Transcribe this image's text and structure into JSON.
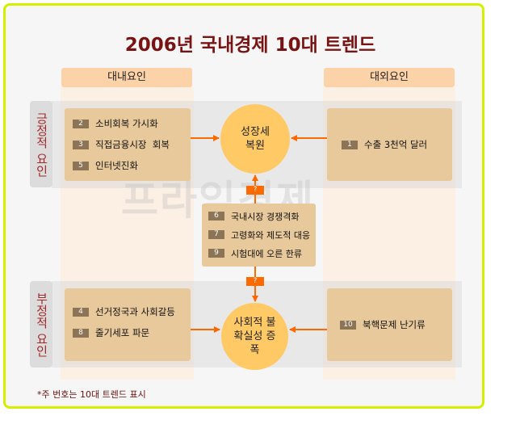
{
  "title": "2006년 국내경제 10대 트렌드",
  "headers": {
    "internal": "대내요인",
    "external": "대외요인"
  },
  "side": {
    "positive": "긍정적 요인",
    "negative": "부정적 요인"
  },
  "positive": {
    "internal": [
      {
        "num": "2",
        "label": "소비회복 가시화"
      },
      {
        "num": "3",
        "label": "직접금융시장  회복"
      },
      {
        "num": "5",
        "label": "인터넷진화"
      }
    ],
    "external": [
      {
        "num": "1",
        "label": "수출 3천억 달러"
      }
    ],
    "outcome": "성장세 복원"
  },
  "middle": [
    {
      "num": "6",
      "label": "국내시장 경쟁격화"
    },
    {
      "num": "7",
      "label": "고령화와 제도적 대응"
    },
    {
      "num": "9",
      "label": "시험대에 오른 한류"
    }
  ],
  "question_mark": "?",
  "negative": {
    "internal": [
      {
        "num": "4",
        "label": "선거정국과 사회갈등"
      },
      {
        "num": "8",
        "label": "줄기세포 파문"
      }
    ],
    "external": [
      {
        "num": "10",
        "label": "북핵문제 난기류"
      }
    ],
    "outcome": "사회적 불확실성 증폭"
  },
  "watermark": "프라임경제",
  "note": "*주 번호는 10대 트렌드 표시",
  "colors": {
    "arrow": "#ff6a00",
    "title": "#7a1414",
    "circle": "#ffc966",
    "box": "#e8c99c"
  }
}
